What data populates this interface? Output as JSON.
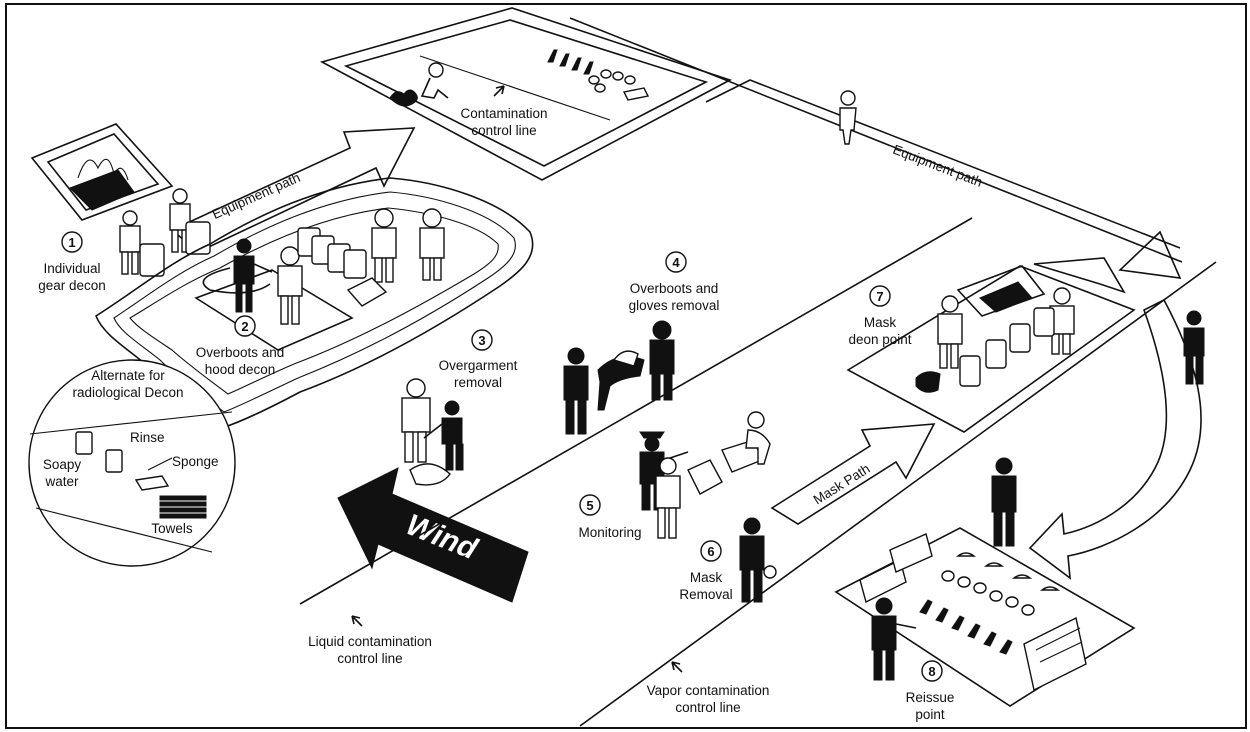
{
  "labels": {
    "equipment_path_1": "Equipment path",
    "equipment_path_2": "Equipment path",
    "contamination_line_1": "Contamination",
    "contamination_line_2": "control line",
    "individual_1": "Individual",
    "individual_2": "gear decon",
    "overboots_hood_1": "Overboots and",
    "overboots_hood_2": "hood decon",
    "overgarment_1": "Overgarment",
    "overgarment_2": "removal",
    "overboots_gloves_1": "Overboots and",
    "overboots_gloves_2": "gloves removal",
    "monitoring": "Monitoring",
    "mask_removal_1": "Mask",
    "mask_removal_2": "Removal",
    "mask_decon_1": "Mask",
    "mask_decon_2": "deon point",
    "reissue_1": "Reissue",
    "reissue_2": "point",
    "mask_path": "Mask Path",
    "wind": "Wind",
    "liquid_line_1": "Liquid contamination",
    "liquid_line_2": "control line",
    "vapor_line_1": "Vapor contamination",
    "vapor_line_2": "control line",
    "alt_title_1": "Alternate for",
    "alt_title_2": "radiological Decon",
    "rinse": "Rinse",
    "sponge": "Sponge",
    "soapy_1": "Soapy",
    "soapy_2": "water",
    "towels": "Towels"
  },
  "station_numbers": [
    "1",
    "2",
    "3",
    "4",
    "5",
    "6",
    "7",
    "8"
  ]
}
